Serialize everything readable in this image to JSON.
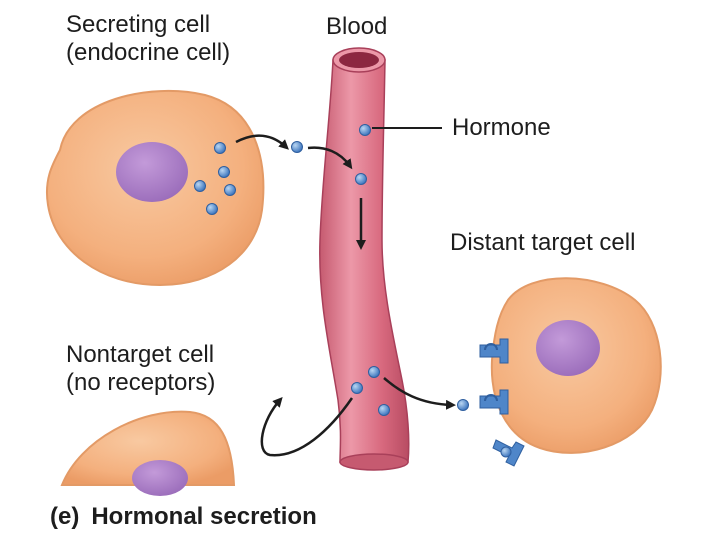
{
  "labels": {
    "secreting_cell_line1": "Secreting cell",
    "secreting_cell_line2": "(endocrine cell)",
    "blood": "Blood",
    "hormone": "Hormone",
    "distant_target_cell": "Distant target cell",
    "nontarget_cell_line1": "Nontarget cell",
    "nontarget_cell_line2": "(no receptors)"
  },
  "caption": {
    "letter": "(e)",
    "title": "Hormonal secretion"
  },
  "colors": {
    "cell_fill": "#f4b07e",
    "cell_stroke": "#e39a66",
    "nucleus": "#a77cc4",
    "vessel": "#d8697e",
    "vessel_highlight": "#ee9aa9",
    "hormone": "#5a8fd0",
    "receptor": "#4f86c9",
    "arrow": "#1d1d1d"
  },
  "icons": [
    "hormone-molecule-icon",
    "receptor-icon",
    "arrow-icon"
  ]
}
